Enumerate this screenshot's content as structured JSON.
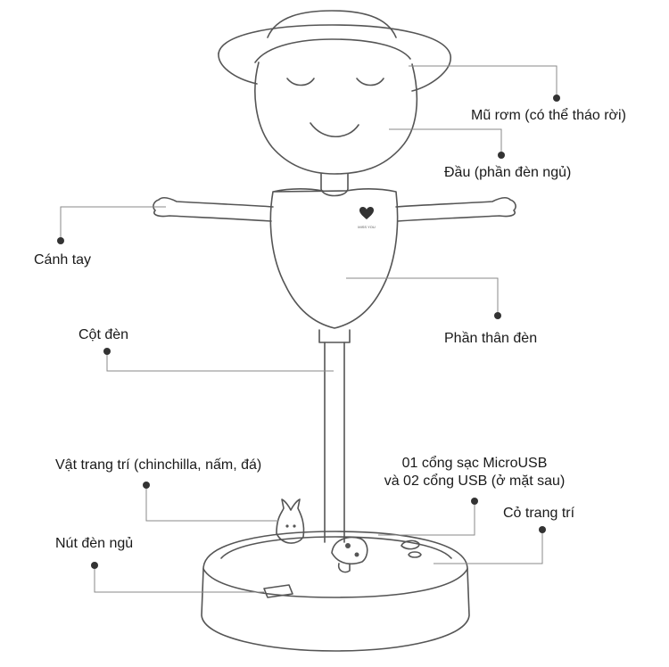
{
  "colors": {
    "outline": "#555555",
    "leader": "#8a8a8a",
    "dot": "#333333",
    "text": "#1a1a1a"
  },
  "labels": {
    "hat": "Mũ rơm (có thể tháo rời)",
    "head": "Đầu (phần đèn ngủ)",
    "arm": "Cánh tay",
    "body": "Phần thân đèn",
    "pole": "Cột đèn",
    "decor": "Vật trang trí (chinchilla, nấm, đá)",
    "ports_line1": "01 cổng sạc MicroUSB",
    "ports_line2": "và 02 cổng USB (ở mặt sau)",
    "grass": "Cỏ trang trí",
    "button": "Nút đèn ngủ"
  },
  "logo_text": "MISS YOU"
}
